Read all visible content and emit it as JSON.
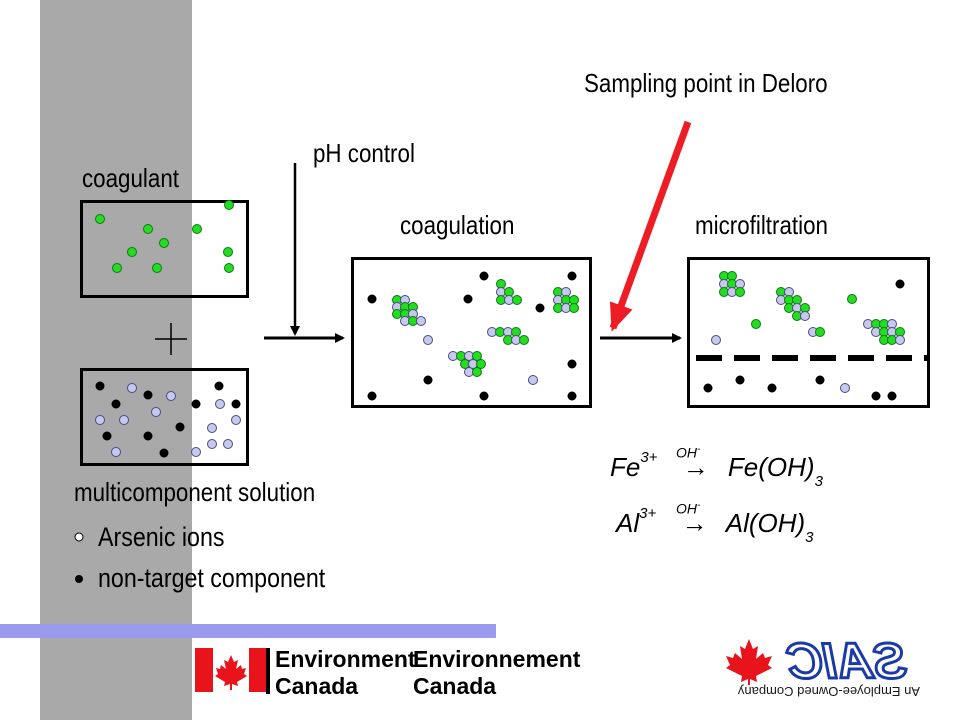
{
  "labels": {
    "coagulant": "coagulant",
    "ph_control": "pH control",
    "coagulation": "coagulation",
    "microfiltration": "microfiltration",
    "sampling_point": "Sampling point in Deloro",
    "multicomponent": "multicomponent solution",
    "plus": "+"
  },
  "legend": {
    "arsenic": "Arsenic ions",
    "non_target": "non-target component"
  },
  "equations": {
    "fe_ion": "Fe",
    "fe_charge": "3+",
    "fe_product": "Fe(OH)",
    "fe_sub": "3",
    "al_ion": "Al",
    "al_charge": "3+",
    "al_product": "Al(OH)",
    "al_sub": "3",
    "arrow": "→",
    "oh": "OH",
    "oh_charge": "-"
  },
  "footer": {
    "env_en_1": "Environment",
    "env_en_2": "Canada",
    "env_fr_1": "Environnement",
    "env_fr_2": "Canada",
    "saic_tagline": "An Employee-Owned Company",
    "saic_logo": "SAIC"
  },
  "colors": {
    "sidebar": "#a9a9a9",
    "band": "#9a9aee",
    "green": "#22dd22",
    "arsenic": "#c8c8ec",
    "canada_red": "#e8131b",
    "arrow_red": "#ee1c24",
    "saic_blue": "#1a3aa8"
  }
}
